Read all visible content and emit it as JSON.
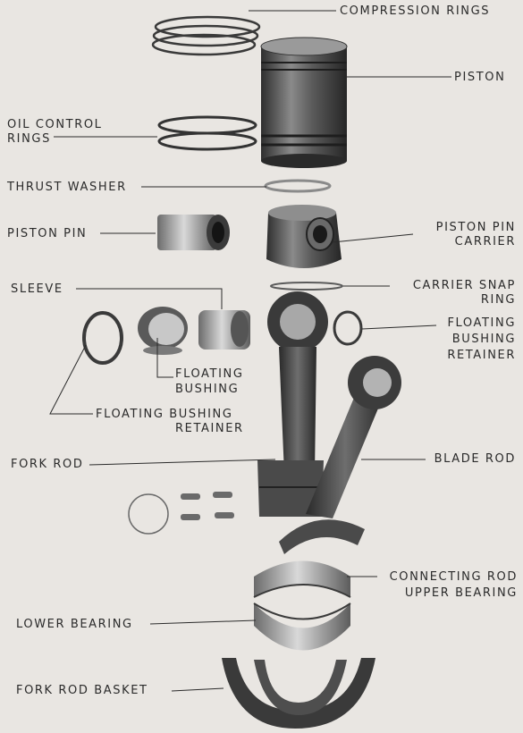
{
  "labels": {
    "compression_rings": "COMPRESSION RINGS",
    "piston": "PISTON",
    "oil_control_rings_1": "OIL CONTROL",
    "oil_control_rings_2": "RINGS",
    "thrust_washer": "THRUST WASHER",
    "piston_pin": "PISTON PIN",
    "piston_pin_carrier_1": "PISTON PIN",
    "piston_pin_carrier_2": "CARRIER",
    "carrier_snap_ring_1": "CARRIER SNAP",
    "carrier_snap_ring_2": "RING",
    "sleeve": "SLEEVE",
    "floating_bushing_retainer_right_1": "FLOATING",
    "floating_bushing_retainer_right_2": "BUSHING",
    "floating_bushing_retainer_right_3": "RETAINER",
    "floating_bushing_1": "FLOATING",
    "floating_bushing_2": "BUSHING",
    "floating_bushing_retainer_left_1": "FLOATING BUSHING",
    "floating_bushing_retainer_left_2": "RETAINER",
    "fork_rod": "FORK ROD",
    "blade_rod": "BLADE ROD",
    "connecting_rod_upper_bearing_1": "CONNECTING ROD",
    "connecting_rod_upper_bearing_2": "UPPER BEARING",
    "lower_bearing": "LOWER BEARING",
    "fork_rod_basket": "FORK ROD BASKET"
  },
  "colors": {
    "background": "#e9e6e2",
    "metal_dark": "#3a3a3a",
    "metal_mid": "#7d7d7d",
    "metal_light": "#bdbdbd",
    "leader": "#2b2b2b"
  }
}
